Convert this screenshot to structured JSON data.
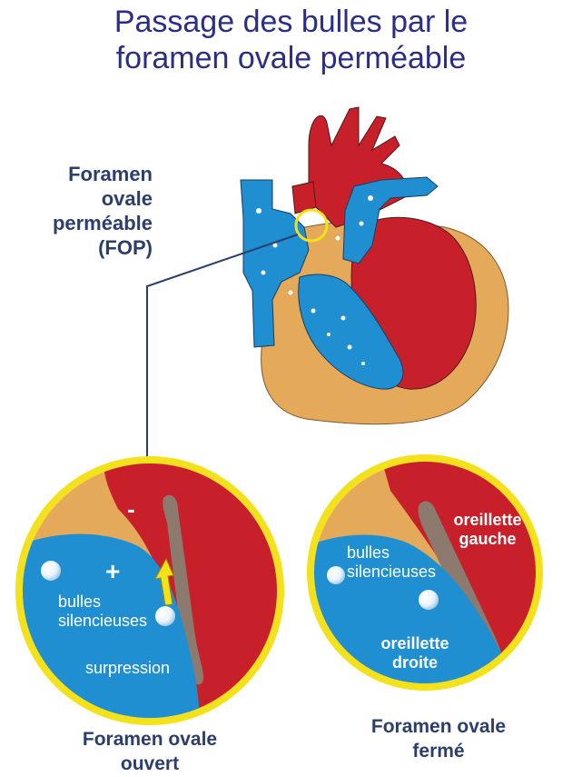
{
  "title": {
    "line1": "Passage des bulles par le",
    "line2": "foramen ovale perméable"
  },
  "heart_label": {
    "line1": "Foramen",
    "line2": "ovale",
    "line3": "perméable",
    "line4": "(FOP)"
  },
  "open_panel": {
    "minus": "-",
    "plus": "+",
    "bubbles_line1": "bulles",
    "bubbles_line2": "silencieuses",
    "pressure": "surpression",
    "caption_line1": "Foramen ovale",
    "caption_line2": "ouvert"
  },
  "closed_panel": {
    "left_atrium_line1": "oreillette",
    "left_atrium_line2": "gauche",
    "bubbles_line1": "bulles",
    "bubbles_line2": "silencieuses",
    "right_atrium_line1": "oreillette",
    "right_atrium_line2": "droite",
    "caption_line1": "Foramen ovale",
    "caption_line2": "fermé"
  },
  "colors": {
    "title": "#2b2e86",
    "label": "#2b3e6e",
    "blood_red": "#c8202a",
    "blood_blue": "#1f8fd1",
    "tissue": "#e4a959",
    "ring": "#f3e11b"
  }
}
